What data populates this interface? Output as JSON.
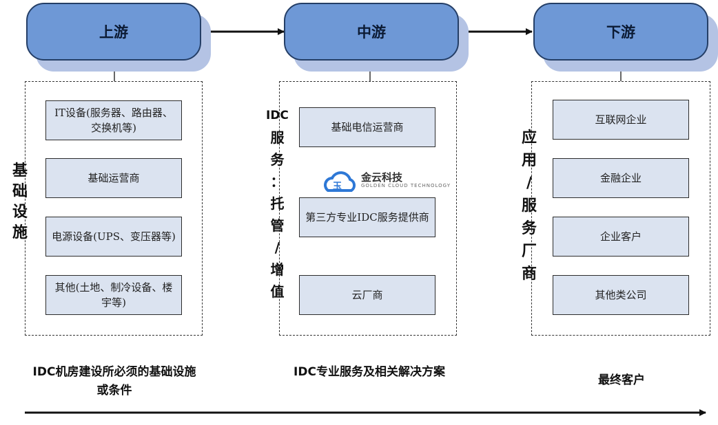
{
  "stages": [
    {
      "title": "上游"
    },
    {
      "title": "中游"
    },
    {
      "title": "下游"
    }
  ],
  "upstream": {
    "side_label": [
      "基",
      "础",
      "设",
      "施"
    ],
    "items": [
      "IT设备(服务器、路由器、交换机等)",
      "基础运营商",
      "电源设备(UPS、变压器等)",
      "其他(土地、制冷设备、楼宇等)"
    ],
    "caption": "IDC机房建设所必须的基础设施或条件"
  },
  "midstream": {
    "side_label_top": "IDC",
    "side_label": [
      "服",
      "务",
      "：",
      "托",
      "管",
      "/",
      "增",
      "值"
    ],
    "items": [
      "基础电信运营商",
      "第三方专业IDC服务提供商",
      "云厂商"
    ],
    "caption": "IDC专业服务及相关解决方案"
  },
  "downstream": {
    "side_label": [
      "应",
      "用",
      "/",
      "服",
      "务",
      "厂",
      "商"
    ],
    "items": [
      "互联网企业",
      "金融企业",
      "企业客户",
      "其他类公司"
    ],
    "caption": "最终客户"
  },
  "watermark": {
    "name": "金云科技",
    "sub": "GOLDEN CLOUD TECHNOLOGY"
  },
  "colors": {
    "pill": "#6e98d6",
    "pill_shadow": "#b4c3e4",
    "box": "#dbe3f0"
  }
}
